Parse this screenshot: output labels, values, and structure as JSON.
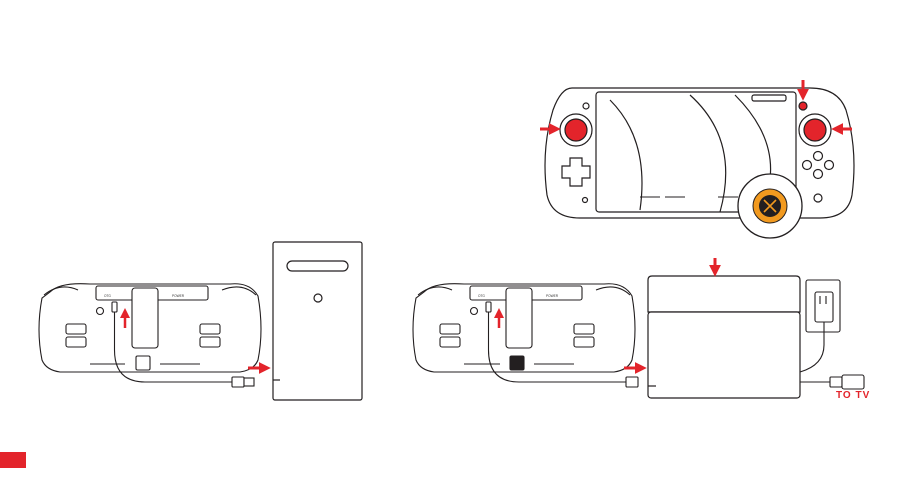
{
  "labels": {
    "to_tv": "TO TV",
    "left_dock_usb": "OTG",
    "left_dock_power": "POWER",
    "right_dock_usb": "OTG",
    "right_dock_power": "POWER"
  },
  "colors": {
    "accent": "#e3242b",
    "outline": "#231f20",
    "logo_gold": "#f29a1f",
    "logo_dark": "#231f20"
  },
  "icons": [
    "arrow-right-icon",
    "arrow-up-icon",
    "arrow-down-icon",
    "arrow-left-icon",
    "brand-logo-icon",
    "power-plug-icon",
    "hdmi-plug-icon",
    "usb-plug-icon"
  ]
}
